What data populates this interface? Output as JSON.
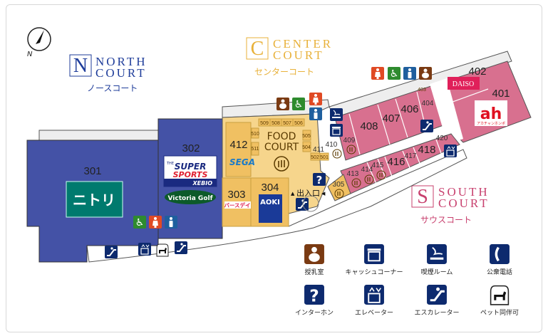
{
  "courts": {
    "north": {
      "letter": "N",
      "line1": "NORTH",
      "line2": "COURT",
      "kana": "ノースコート",
      "color": "#1f3d9a"
    },
    "center": {
      "letter": "C",
      "line1": "CENTER",
      "line2": "COURT",
      "kana": "センターコート",
      "color": "#e8b13a"
    },
    "south": {
      "letter": "S",
      "line1": "SOUTH",
      "line2": "COURT",
      "kana": "サウスコート",
      "color": "#c8406e"
    }
  },
  "compass": {
    "label": "N"
  },
  "units": {
    "u301": "301",
    "u302": "302",
    "u303": "303",
    "u304": "304",
    "u305": "305",
    "u401": "401",
    "u402": "402",
    "u403": "403",
    "u404": "404",
    "u406": "406",
    "u407": "407",
    "u408": "408",
    "u409": "409",
    "u410": "410",
    "u411": "411",
    "u412": "412",
    "u413": "413",
    "u414": "414",
    "u415": "415",
    "u416": "416",
    "u417": "417",
    "u418": "418",
    "u420": "420",
    "u501": "501",
    "u502": "502",
    "u504": "504",
    "u505": "505",
    "u506": "506",
    "u507": "507",
    "u508": "508",
    "u509": "509",
    "u510": "510",
    "u511": "511"
  },
  "brands": {
    "nitori": "ニトリ",
    "super_sports_the": "THE",
    "super_sports_1": "SUPER",
    "super_sports_2": "SPORTS",
    "xebio": "XEBIO",
    "victoria_golf": "Victoria Golf",
    "sega": "SEGA",
    "birthday": "バースデイ",
    "aoki": "AOKI",
    "daiso": "DAISO",
    "akachan": "ah",
    "akachan_sub": "アカチャンホンポ"
  },
  "food_court": {
    "line1": "FOOD",
    "line2": "COURT"
  },
  "entrance": {
    "label": "出入口"
  },
  "legend": [
    {
      "icon": "nursing-room",
      "label": "授乳室",
      "color": "#7a3a12"
    },
    {
      "icon": "atm",
      "label": "キャッシュコーナー",
      "glyph": "ATM",
      "color": "#0d2a6e"
    },
    {
      "icon": "smoking-room",
      "label": "喫煙ルーム",
      "color": "#0d2a6e"
    },
    {
      "icon": "public-phone",
      "label": "公衆電話",
      "color": "#0d2a6e"
    },
    {
      "icon": "intercom",
      "label": "インターホン",
      "glyph": "?",
      "color": "#0d2a6e"
    },
    {
      "icon": "elevator",
      "label": "エレベーター",
      "color": "#0d2a6e"
    },
    {
      "icon": "escalator",
      "label": "エスカレーター",
      "color": "#0d2a6e"
    },
    {
      "icon": "pet-allowed",
      "label": "ペット同伴可",
      "color": "#ffffff"
    }
  ],
  "colors": {
    "north_shop": "#4452a6",
    "center_shop": "#f0c062",
    "food_court": "#f6d58c",
    "south_shop": "#d8708f",
    "service_navy": "#0d2a6e",
    "toilet_female": "#e04a24",
    "toilet_male": "#1f5f9e",
    "accessible": "#2e8b2e",
    "nursing": "#7a3a12"
  }
}
